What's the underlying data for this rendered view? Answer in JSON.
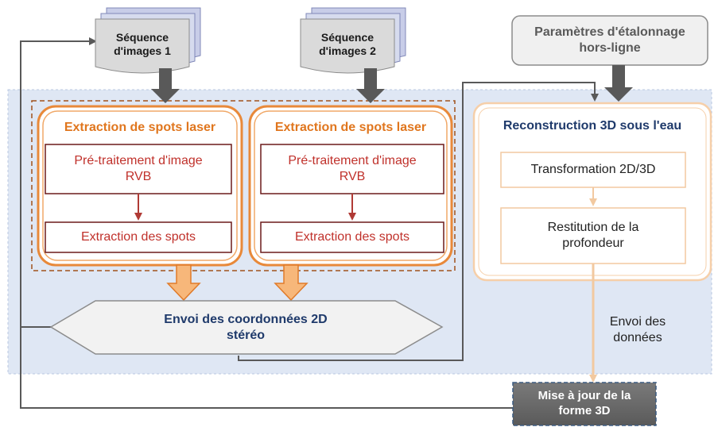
{
  "inputs": {
    "sequence1": "Séquence\nd'images 1",
    "sequence2": "Séquence\nd'images 2",
    "calibration": "Paramètres d'étalonnage\nhors-ligne"
  },
  "extraction_left": {
    "title": "Extraction de spots laser",
    "preprocess": "Pré-traitement d'image\nRVB",
    "extract": "Extraction des spots"
  },
  "extraction_right": {
    "title": "Extraction de spots laser",
    "preprocess": "Pré-traitement d'image\nRVB",
    "extract": "Extraction des spots"
  },
  "send_coordinates": "Envoi des coordonnées 2D\nstéréo",
  "reconstruction": {
    "title": "Reconstruction 3D sous l'eau",
    "transform": "Transformation 2D/3D",
    "depth": "Restitution de la\nprofondeur"
  },
  "send_data": "Envoi des\ndonnées",
  "update_shape": "Mise à jour de la\nforme 3D",
  "colors": {
    "background_panel": "#dfe7f4",
    "orange": "#e8893a",
    "dark_red": "#c0312b",
    "navy": "#1f3a6b",
    "dark_gray_arrow": "#595959",
    "update_box": "#6b6b6b"
  }
}
